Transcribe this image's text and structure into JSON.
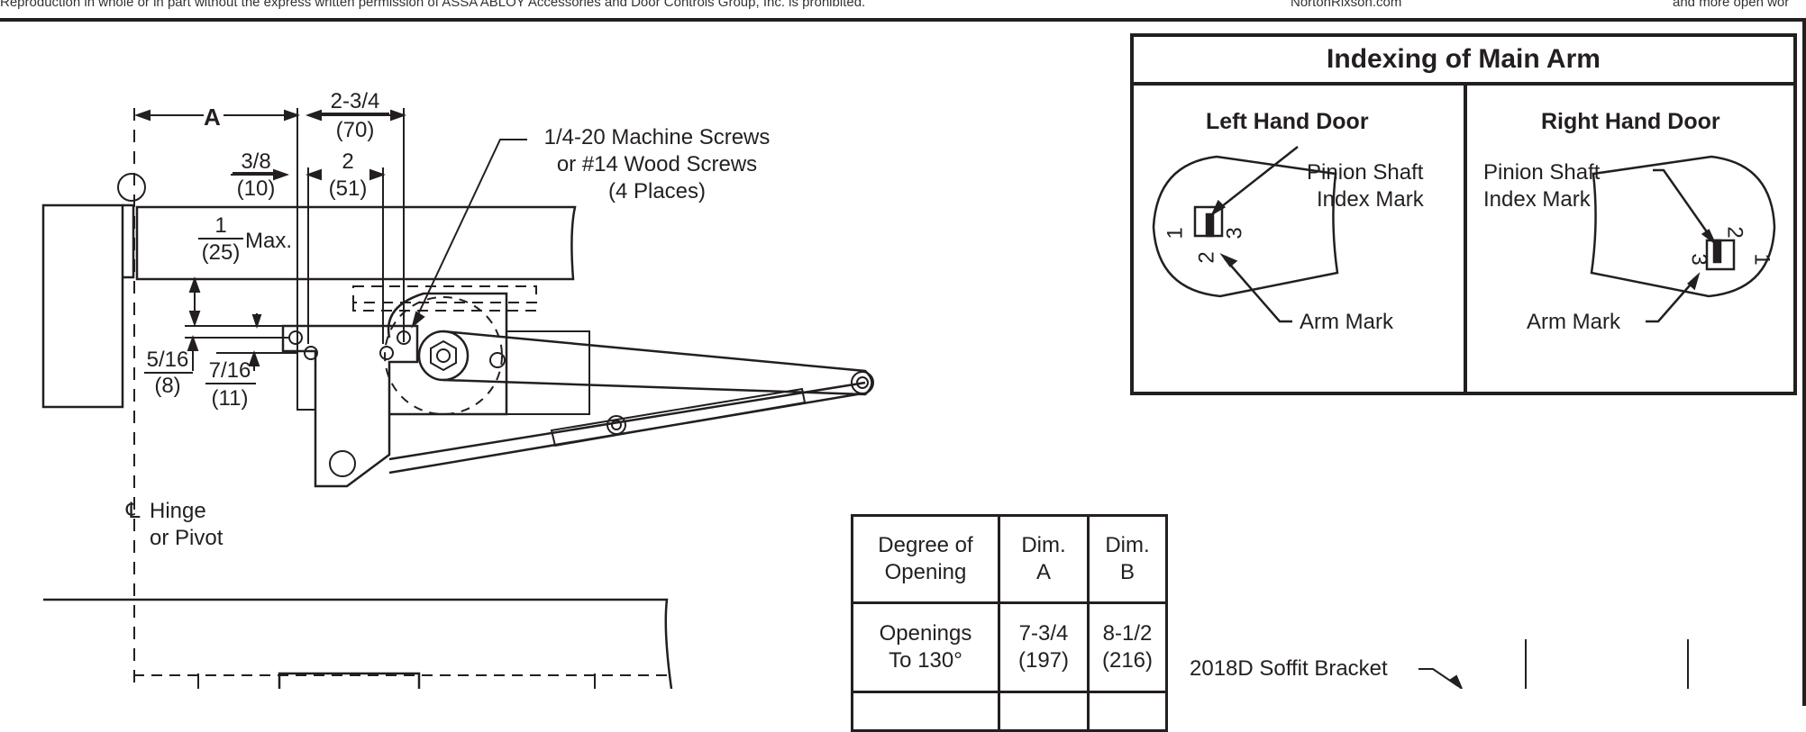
{
  "header": {
    "legal_text": "Reproduction in whole or in part without the express written permission of ASSA ABLOY Accessories and Door Controls Group, Inc. is prohibited.",
    "website": "NortonRixson.com",
    "tagline": "and more open wor"
  },
  "dimensions": {
    "a_label": "A",
    "d_2_3_4": "2-3/4",
    "d_70": "(70)",
    "d_3_8": "3/8",
    "d_10": "(10)",
    "d_2": "2",
    "d_51": "(51)",
    "d_1": "1",
    "d_25": "(25)",
    "max": "Max.",
    "d_5_16": "5/16",
    "d_8": "(8)",
    "d_7_16": "7/16",
    "d_11": "(11)"
  },
  "callouts": {
    "screws_line1": "1/4-20 Machine Screws",
    "screws_line2": "or #14 Wood Screws",
    "screws_line3": "(4 Places)",
    "hinge_symbol": "℄",
    "hinge_line1": "Hinge",
    "hinge_line2": "or Pivot",
    "soffit": "2018D Soffit Bracket"
  },
  "indexing": {
    "title": "Indexing of Main Arm",
    "left_heading": "Left Hand Door",
    "right_heading": "Right Hand Door",
    "pinion_line1": "Pinion Shaft",
    "pinion_line2": "Index Mark",
    "arm_mark": "Arm Mark",
    "n1": "1",
    "n2": "2",
    "n3": "3"
  },
  "table": {
    "headers": [
      [
        "Degree of",
        "Opening"
      ],
      [
        "Dim.",
        "A"
      ],
      [
        "Dim.",
        "B"
      ]
    ],
    "rows": [
      [
        [
          "Openings",
          "To 130°"
        ],
        [
          "7-3/4",
          "(197)"
        ],
        [
          "8-1/2",
          "(216)"
        ]
      ]
    ]
  }
}
